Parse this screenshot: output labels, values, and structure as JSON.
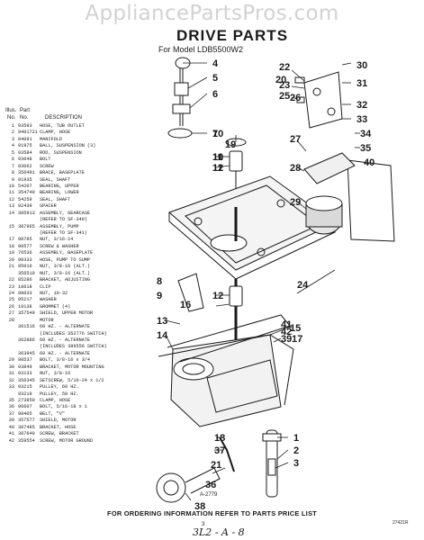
{
  "watermark": "AppliancePartsPros.com",
  "title": "DRIVE PARTS",
  "subtitle": "For Model LDB5500W2",
  "parts_header": {
    "illus": "Illus.",
    "no": "No.",
    "part": "Part",
    "part_no": "No.",
    "description": "DESCRIPTION"
  },
  "parts": [
    {
      "no": "1",
      "part": "93583",
      "desc": "HOSE, TUB OUTLET"
    },
    {
      "no": "2",
      "part": "9401721",
      "desc": "CLAMP, HOSE"
    },
    {
      "no": "3",
      "part": "84091",
      "desc": "MANIFOLD"
    },
    {
      "no": "4",
      "part": "91975",
      "desc": "BALL, SUSPENSION (3)"
    },
    {
      "no": "5",
      "part": "93584",
      "desc": "ROD, SUSPENSION"
    },
    {
      "no": "6",
      "part": "93048",
      "desc": "BOLT"
    },
    {
      "no": "7",
      "part": "93062",
      "desc": "SCREW"
    },
    {
      "no": "8",
      "part": "356491",
      "desc": "BRACE, BASEPLATE"
    },
    {
      "no": "9",
      "part": "91935",
      "desc": "SEAL, SHAFT"
    },
    {
      "no": "10",
      "part": "54207",
      "desc": "BEARING, UPPER"
    },
    {
      "no": "11",
      "part": "354749",
      "desc": "BEARING, LOWER"
    },
    {
      "no": "12",
      "part": "54259",
      "desc": "SEAL, SHAFT"
    },
    {
      "no": "13",
      "part": "92439",
      "desc": "SPACER"
    },
    {
      "no": "14",
      "part": "385913",
      "desc": "ASSEMBLY, GEARCASE"
    },
    {
      "no": "",
      "part": "",
      "desc": "(REFER TO SF-340)"
    },
    {
      "no": "15",
      "part": "387965",
      "desc": "ASSEMBLY, PUMP"
    },
    {
      "no": "",
      "part": "",
      "desc": "(REFER TO SF-341)"
    },
    {
      "no": "17",
      "part": "98785",
      "desc": "NUT, 3/16-24"
    },
    {
      "no": "18",
      "part": "90577",
      "desc": "SCREW & WASHER"
    },
    {
      "no": "19",
      "part": "76536",
      "desc": "ASSEMBLY, BASEPLATE"
    },
    {
      "no": "20",
      "part": "90333",
      "desc": "HOSE, PUMP TO SUMP"
    },
    {
      "no": "21",
      "part": "95016",
      "desc": "NUT, 3/8-16 (ALT.)"
    },
    {
      "no": "",
      "part": "356510",
      "desc": "NUT, 3/8-16 (ALT.)"
    },
    {
      "no": "22",
      "part": "85286",
      "desc": "BRACKET, ADJUSTING"
    },
    {
      "no": "23",
      "part": "18618",
      "desc": "CLIP"
    },
    {
      "no": "24",
      "part": "98033",
      "desc": "NUT, 10-32"
    },
    {
      "no": "25",
      "part": "95217",
      "desc": "WASHER"
    },
    {
      "no": "26",
      "part": "19138",
      "desc": "GROMMET (4)"
    },
    {
      "no": "27",
      "part": "357549",
      "desc": "SHIELD, UPPER MOTOR"
    },
    {
      "no": "28",
      "part": "",
      "desc": "MOTOR"
    },
    {
      "no": "",
      "part": "361516",
      "desc": "60 HZ. - ALTERNATE"
    },
    {
      "no": "",
      "part": "",
      "desc": "(INCLUDES 352776 SWITCH)"
    },
    {
      "no": "",
      "part": "362886",
      "desc": "60 HZ. - ALTERNATE"
    },
    {
      "no": "",
      "part": "",
      "desc": "(INCLUDES 389556 SWITCH)"
    },
    {
      "no": "",
      "part": "363945",
      "desc": "60 HZ. - ALTERNATE"
    },
    {
      "no": "29",
      "part": "98537",
      "desc": "BOLT, 3/8-16 x 3/4"
    },
    {
      "no": "30",
      "part": "93849",
      "desc": "BRACKET, MOTOR MOUNTING"
    },
    {
      "no": "31",
      "part": "93133",
      "desc": "NUT, 3/8-16"
    },
    {
      "no": "32",
      "part": "356345",
      "desc": "SETSCREW, 5/16-24 x 1/2"
    },
    {
      "no": "33",
      "part": "93215",
      "desc": "PULLEY, 60 HZ."
    },
    {
      "no": "",
      "part": "93219",
      "desc": "PULLEY, 50 HZ."
    },
    {
      "no": "35",
      "part": "273850",
      "desc": "CLAMP, HOSE"
    },
    {
      "no": "36",
      "part": "96607",
      "desc": "BOLT, 5/16-18 x 1"
    },
    {
      "no": "37",
      "part": "98405",
      "desc": "BELT, \"V\""
    },
    {
      "no": "39",
      "part": "357577",
      "desc": "SHIELD, MOTOR"
    },
    {
      "no": "40",
      "part": "387485",
      "desc": "BRACKET, HOSE"
    },
    {
      "no": "41",
      "part": "387640",
      "desc": "SCREW, BRACKET"
    },
    {
      "no": "42",
      "part": "359554",
      "desc": "SCREW, MOTOR GROUND"
    }
  ],
  "callouts": [
    "4",
    "5",
    "6",
    "7",
    "8",
    "9",
    "10",
    "11",
    "12",
    "13",
    "14",
    "15",
    "16",
    "17",
    "18",
    "19",
    "20",
    "21",
    "22",
    "23",
    "24",
    "25",
    "26",
    "27",
    "28",
    "29",
    "30",
    "31",
    "32",
    "33",
    "34",
    "35",
    "36",
    "37",
    "38",
    "39",
    "40",
    "41",
    "42",
    "1",
    "2",
    "3",
    "10",
    "11",
    "12"
  ],
  "figure_code": "A-2779",
  "footer": "FOR ORDERING INFORMATION REFER TO PARTS PRICE LIST",
  "page_number": "3",
  "handwritten": "3L2 - A - 8",
  "bottom_code": "27421R"
}
